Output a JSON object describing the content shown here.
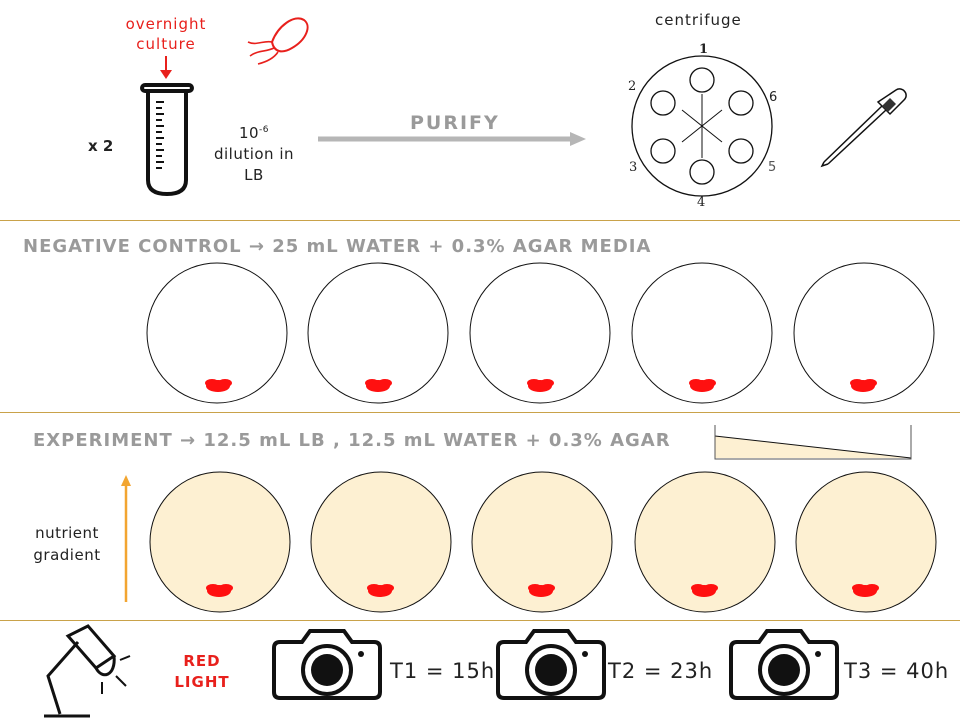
{
  "top": {
    "overnight_label_line1": "overnight",
    "overnight_label_line2": "culture",
    "multiplier": "x 2",
    "dilution_base": "10",
    "dilution_exp": "-6",
    "dilution_line2": "dilution in",
    "dilution_line3": "LB",
    "purify_label": "PURIFY",
    "centrifuge_label": "centrifuge",
    "rotor_numbers": [
      "1",
      "2",
      "3",
      "4",
      "5",
      "6"
    ]
  },
  "negative_control": {
    "heading": "NEGATIVE CONTROL → 25 mL WATER + 0.3% AGAR MEDIA",
    "plate_count": 5,
    "plate_fill": "#ffffff"
  },
  "experiment": {
    "heading": "EXPERIMENT → 12.5 mL LB , 12.5 mL WATER + 0.3% AGAR",
    "plate_count": 5,
    "plate_fill": "#fdf0d2",
    "gradient_label_line1": "nutrient",
    "gradient_label_line2": "gradient"
  },
  "bottom": {
    "light_line1": "RED",
    "light_line2": "LIGHT",
    "timepoints": [
      "T1 = 15h",
      "T2 = 23h",
      "T3 = 40h"
    ]
  },
  "colors": {
    "accent_red": "#e8201c",
    "divider": "#c9a24a",
    "gradient_arrow": "#f2a531",
    "heading_grey": "#9a9a9a"
  }
}
